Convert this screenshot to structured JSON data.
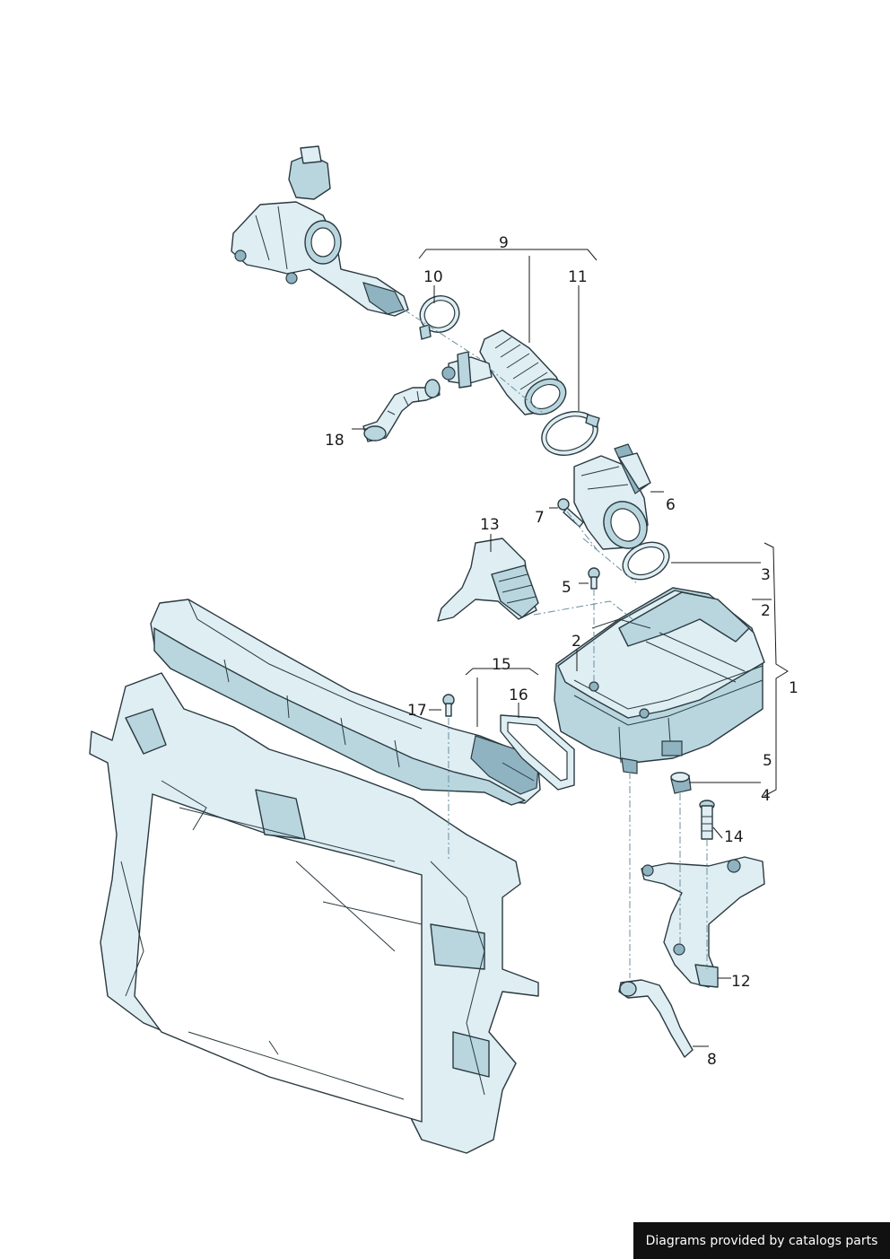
{
  "callouts": {
    "c1": "1",
    "c2a": "2",
    "c2b": "2",
    "c3": "3",
    "c4": "4",
    "c5a": "5",
    "c5b": "5",
    "c6": "6",
    "c7": "7",
    "c8": "8",
    "c9": "9",
    "c10": "10",
    "c11": "11",
    "c12": "12",
    "c13": "13",
    "c14": "14",
    "c15": "15",
    "c16": "16",
    "c17": "17",
    "c18": "18"
  },
  "footer": {
    "text": "Diagrams provided by catalogs parts"
  },
  "colors": {
    "part_fill": "#dfeef3",
    "part_shade": "#b9d6df",
    "outline": "#2a3a40",
    "footer_bg": "#111111"
  }
}
